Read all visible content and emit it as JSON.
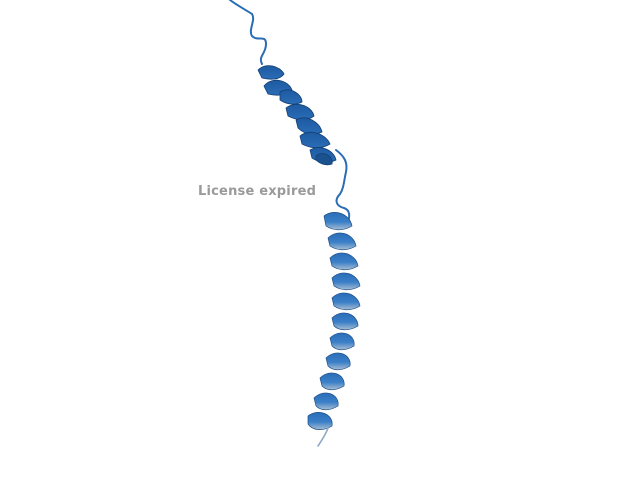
{
  "viewer": {
    "watermark_text": "License expired",
    "background_color": "#ffffff",
    "watermark_color": "#9a9a9a"
  },
  "structure": {
    "representation": "cartoon",
    "secondary_structure": [
      "coil",
      "helix",
      "coil",
      "helix",
      "coil"
    ],
    "colors": {
      "dark": "#1f5fa8",
      "mid": "#2e74c0",
      "light": "#4a8fd6",
      "faded": "#9fb8d4"
    }
  }
}
